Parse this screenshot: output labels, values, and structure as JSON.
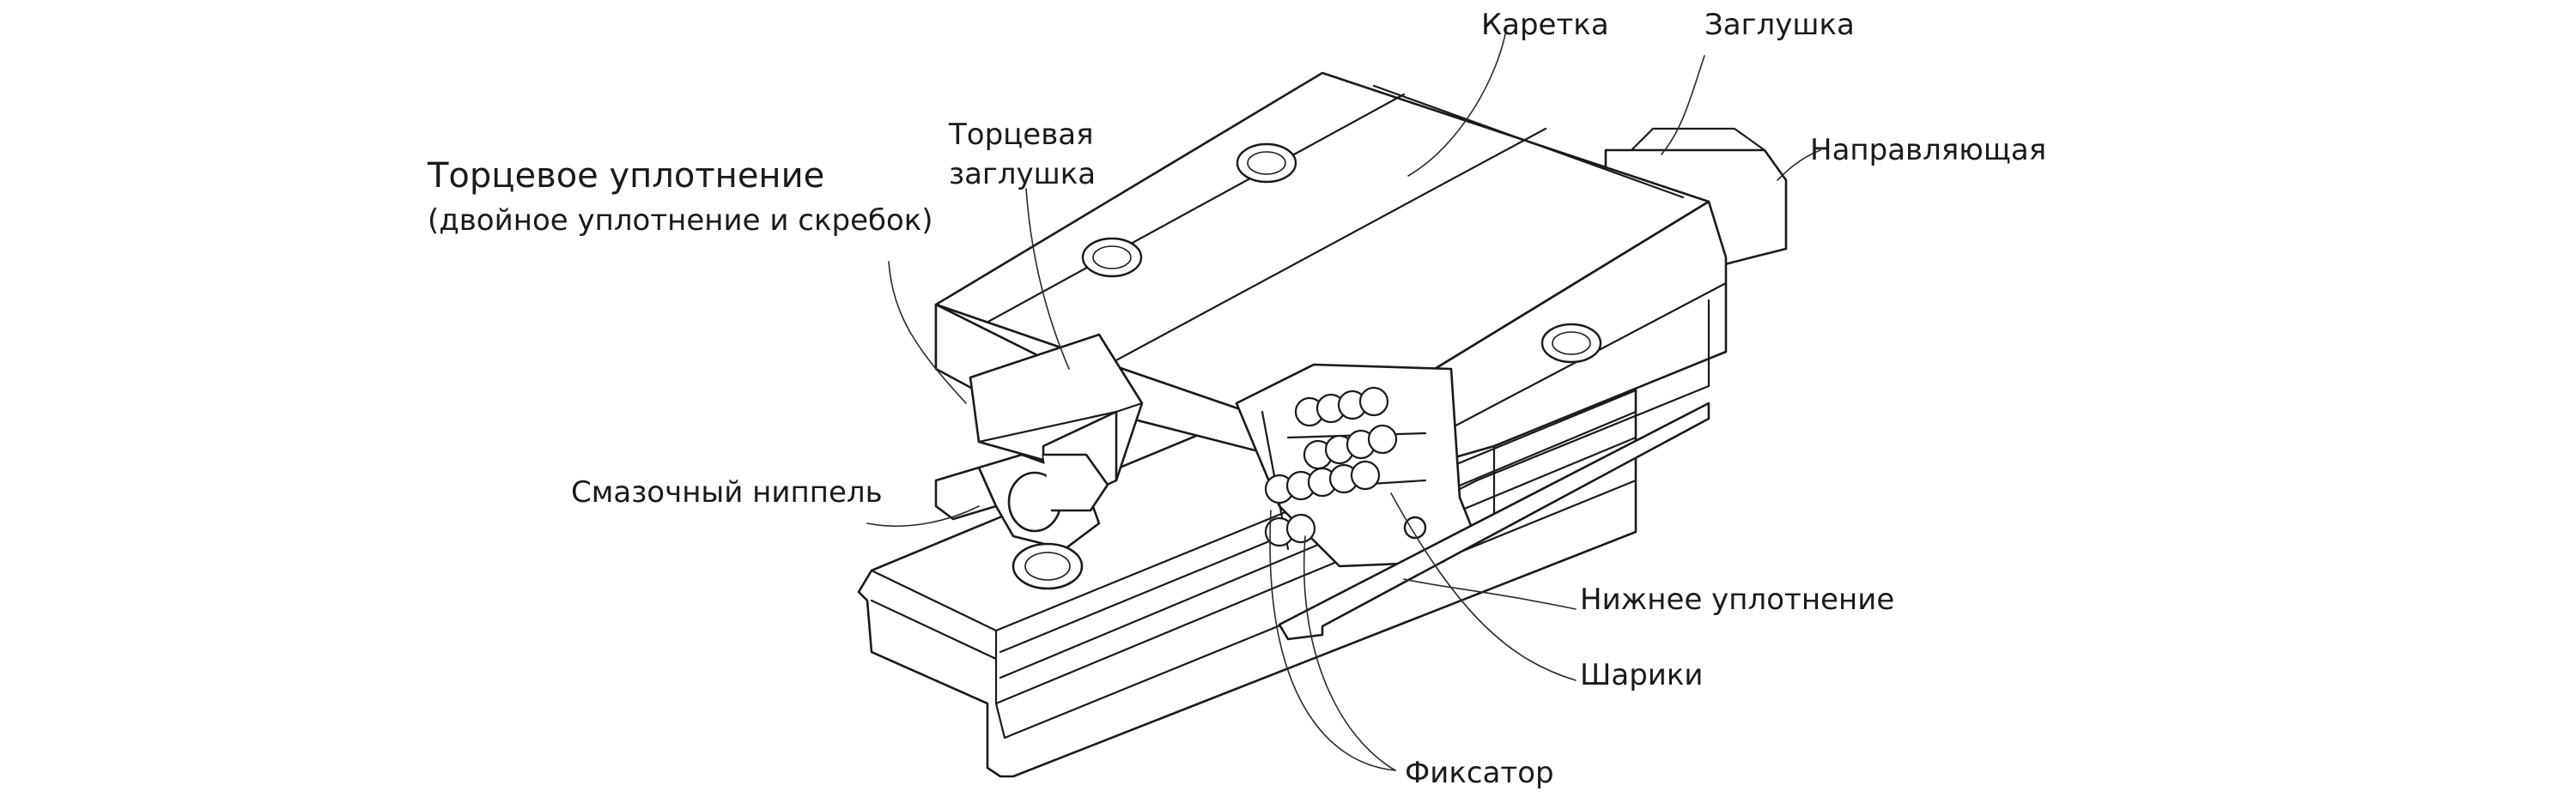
{
  "diagram": {
    "labels": {
      "carriage": "Каретка",
      "cap": "Заглушка",
      "rail": "Направляющая",
      "end_cap": "Торцевая\nзаглушка",
      "end_seal": "Торцевое уплотнение",
      "end_seal_note": "(двойное уплотнение и скребок)",
      "grease_nipple": "Смазочный ниппель",
      "bottom_seal": "Нижнее уплотнение",
      "balls": "Шарики",
      "retainer": "Фиксатор"
    }
  }
}
